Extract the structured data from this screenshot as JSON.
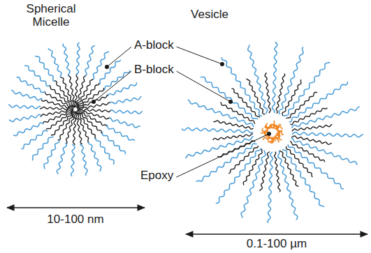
{
  "diagram": {
    "labels": [
      "Spherical Micelle",
      "Vesicle",
      "A-block",
      "B-block",
      "Epoxy",
      "10-100 nm",
      "0.1-100 µm"
    ]
  }
}
